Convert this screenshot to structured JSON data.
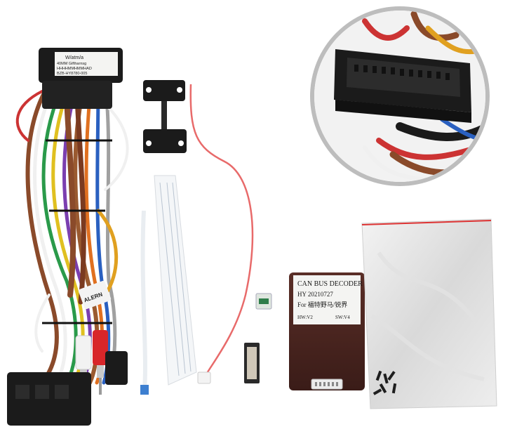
{
  "harness_tag": {
    "line1": "W/atm/a",
    "line2": "40MM Giftharnsg",
    "line3": "HHHHMMHMMHAD",
    "line4": "BZB-HY8780-005"
  },
  "decoder_label": {
    "title": "CAN BUS DECODER",
    "line2": "HY  20210727",
    "line3": "For 福特野马/锐界",
    "hw": "HW:V2",
    "sw": "SW:V4"
  },
  "cable_tag": {
    "text": "ALERN"
  },
  "colors": {
    "background": "#ffffff",
    "connector_black": "#1b1b1b",
    "decoder_body": "#4a2520",
    "label_paper": "#f4f4f2",
    "ribbon_blue": "#3d7fd0",
    "red_wire": "#e86a6a",
    "inset_ring": "#bdbdbd"
  }
}
